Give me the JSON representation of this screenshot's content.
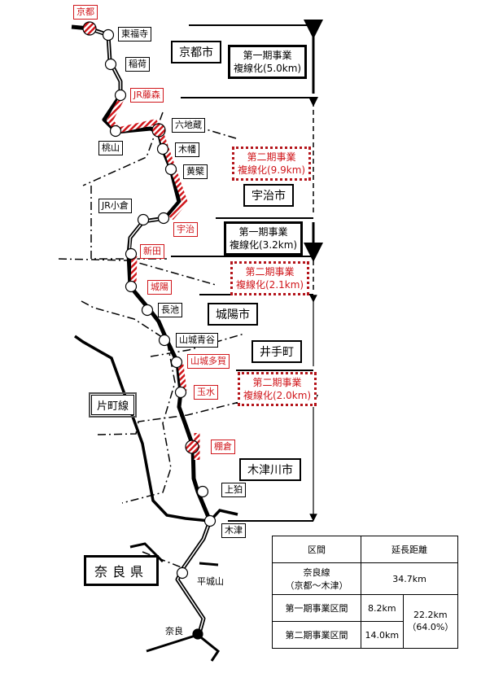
{
  "stations": {
    "kyoto": "京都",
    "tofukuji": "東福寺",
    "inari": "稲荷",
    "jr_fujinomori": "JR藤森",
    "momoyama": "桃山",
    "rokujizo": "六地蔵",
    "kohata": "木幡",
    "obaku": "黄檗",
    "jr_ogura": "JR小倉",
    "uji": "宇治",
    "shinden": "新田",
    "joyo": "城陽",
    "nagaike": "長池",
    "yamashiro_aodani": "山城青谷",
    "yamashiro_taga": "山城多賀",
    "tamamizu": "玉水",
    "tanakura": "棚倉",
    "kamikoma": "上狛",
    "kizu": "木津",
    "narayama": "平城山",
    "nara": "奈良"
  },
  "municipalities": {
    "kyoto_city": "京都市",
    "uji_city": "宇治市",
    "joyo_city": "城陽市",
    "ide_town": "井手町",
    "kizugawa_city": "木津川市",
    "nara_pref": "奈良県"
  },
  "other_line": "片町線",
  "sections": [
    {
      "line1": "第一期事業",
      "line2": "複線化(5.0km)",
      "phase": 1
    },
    {
      "line1": "第二期事業",
      "line2": "複線化(9.9km)",
      "phase": 2
    },
    {
      "line1": "第一期事業",
      "line2": "複線化(3.2km)",
      "phase": 1
    },
    {
      "line1": "第二期事業",
      "line2": "複線化(2.1km)",
      "phase": 2
    },
    {
      "line1": "第二期事業",
      "line2": "複線化(2.0km)",
      "phase": 2
    }
  ],
  "table": {
    "headers": [
      "区間",
      "延長距離"
    ],
    "nara_line": "奈良線",
    "nara_line_range": "（京都～木津）",
    "nara_line_length": "34.7km",
    "phase1_label": "第一期事業区間",
    "phase1_length": "8.2km",
    "phase2_label": "第二期事業区間",
    "phase2_length": "14.0km",
    "total": "22.2km",
    "total_pct": "（64.0%）"
  },
  "colors": {
    "accent_red": "#d0161b"
  }
}
